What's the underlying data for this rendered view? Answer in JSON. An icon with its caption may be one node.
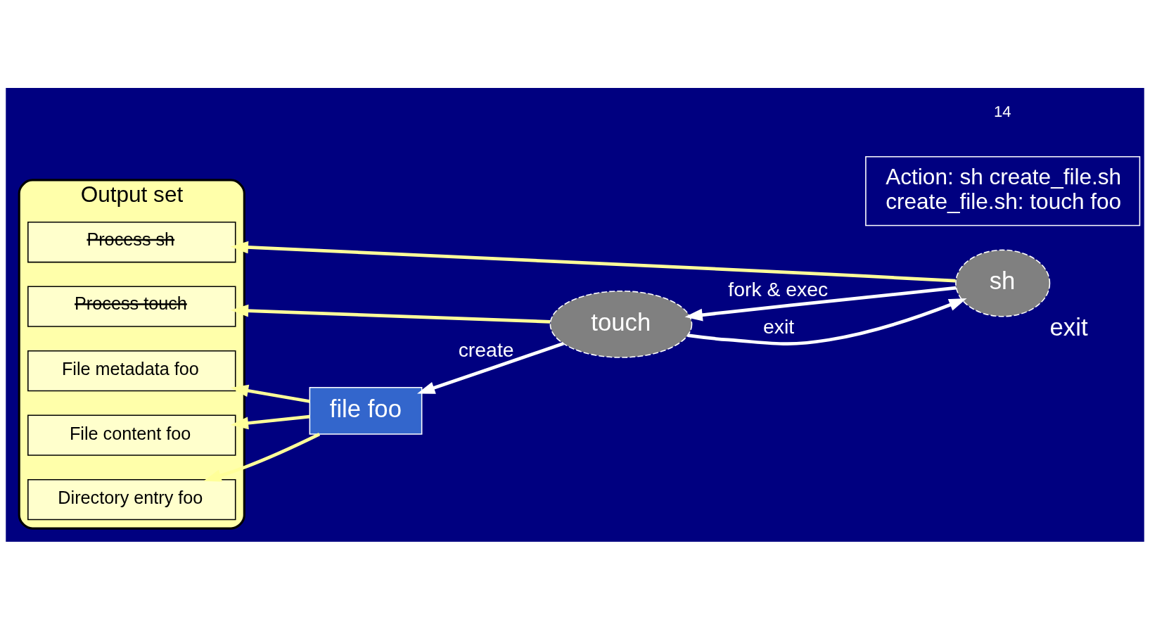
{
  "diagram": {
    "nodes": [
      {
        "text": [
          "Output set"
        ]
      },
      {
        "text": [
          "Process sh"
        ],
        "in": 0
      },
      {
        "text": [
          "Process touch"
        ],
        "in": 0
      },
      {
        "text": [
          "File metadata foo"
        ],
        "in": 0
      },
      {
        "text": [
          "File content foo"
        ],
        "in": 0
      },
      {
        "text": [
          "Directory entry foo"
        ],
        "in": 0
      },
      {
        "text": [
          "sh"
        ],
        "beside": [
          "exit"
        ]
      },
      {
        "text": [
          "touch"
        ]
      },
      {
        "text": [
          "file foo"
        ]
      },
      {
        "text": [
          "Action: sh create_file.sh",
          "create_file.sh: touch foo"
        ]
      }
    ],
    "edges": [
      {
        "from": 6,
        "to": 1,
        "arrow": "to"
      },
      {
        "from": 6,
        "to": 7,
        "arrow": "to",
        "label": "fork & exec",
        "color": "#ffffff"
      },
      {
        "from": 7,
        "to": 6,
        "arrow": "to",
        "label": "exit",
        "color": "#ffffff"
      },
      {
        "from": 7,
        "to": 2,
        "arrow": "to"
      },
      {
        "from": 7,
        "to": 8,
        "arrow": "to",
        "label": "create",
        "color": "#ffffff"
      },
      {
        "from": 8,
        "to": 3,
        "arrow": "to"
      },
      {
        "from": 8,
        "to": 4,
        "arrow": "to"
      },
      {
        "from": 8,
        "to": 5,
        "arrow": "to"
      }
    ],
    "labels": [
      "14"
    ]
  }
}
